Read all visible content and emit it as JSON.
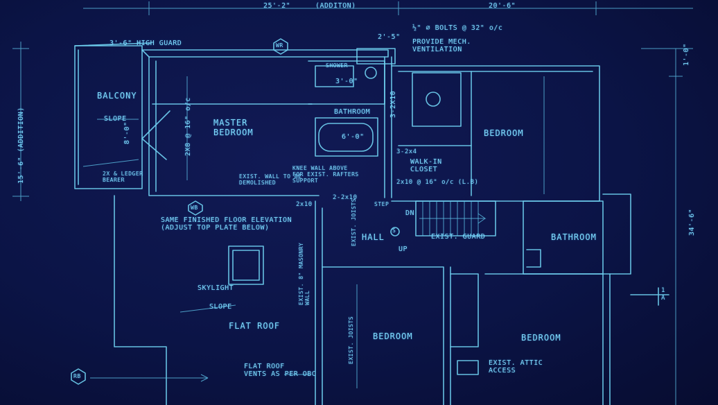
{
  "colors": {
    "background": "#0b1446",
    "ink": "#6fd0f0"
  },
  "dimensions": {
    "top_left": "25'-2\"",
    "top_addition": "(ADDITON)",
    "top_right": "20'-6\"",
    "left_side": "15'-6\"  (ADDITION)",
    "right_side": "34'-6\"",
    "right_top": "1'-0\"",
    "bath_width": "2'-5\"",
    "shower_depth": "3'-0\"",
    "tub_length": "6'-0\"",
    "balcony_depth": "8'-0\""
  },
  "rooms": {
    "balcony": "BALCONY",
    "master": "MASTER\nBEDROOM",
    "bathroom_upper": "BATHROOM",
    "bedroom_upper_right": "BEDROOM",
    "walk_in_closet": "WALK-IN\nCLOSET",
    "hall": "HALL",
    "bathroom_right": "BATHROOM",
    "bedroom_lower_left": "BEDROOM",
    "bedroom_lower_right": "BEDROOM"
  },
  "notes": {
    "guard": "3'-6\" HIGH GUARD",
    "ventilation": "PROVIDE MECH.\nVENTILATION",
    "bolts": "½\" ∅ BOLTS @ 32\" o/c",
    "shower": "SHOWER",
    "slope1": "SLOPE",
    "slope2": "SLOPE",
    "joists_master": "2X8 @ 16\" o/c",
    "joists_bath": "3-2X10",
    "ledger": "2X & LEDGER\nBEARER",
    "exist_wall": "EXIST. WALL TO BE\nDEMOLISHED",
    "knee_wall": "KNEE WALL ABOVE\nFOR EXIST. RAFTERS\nSUPPORT",
    "hdr1": "3-2x4",
    "hdr2": "2x10 @ 16\" o/c (L.B)",
    "hdr3": "2-2x10",
    "hdr4": "2x10",
    "step": "STEP",
    "same_floor": "SAME FINISHED FLOOR ELEVATION\n(ADJUST TOP PLATE BELOW)",
    "exist_joists1": "EXIST. JOISTS",
    "exist_masonry": "EXIST. 8\" MASONRY\nWALL",
    "exist_joists2": "EXIST. JOISTS",
    "dn": "DN",
    "up": "UP",
    "exist_guard": "EXIST. GUARD",
    "skylight": "SKYLIGHT",
    "flat_roof": "FLAT ROOF",
    "roof_vents": "FLAT ROOF\nVENTS AS PER OBC",
    "attic": "EXIST. ATTIC\nACCESS",
    "section_a": "1\nA"
  },
  "tags": {
    "wr": "WR",
    "wb": "WB",
    "rb": "RB",
    "hall_tag": "S"
  }
}
